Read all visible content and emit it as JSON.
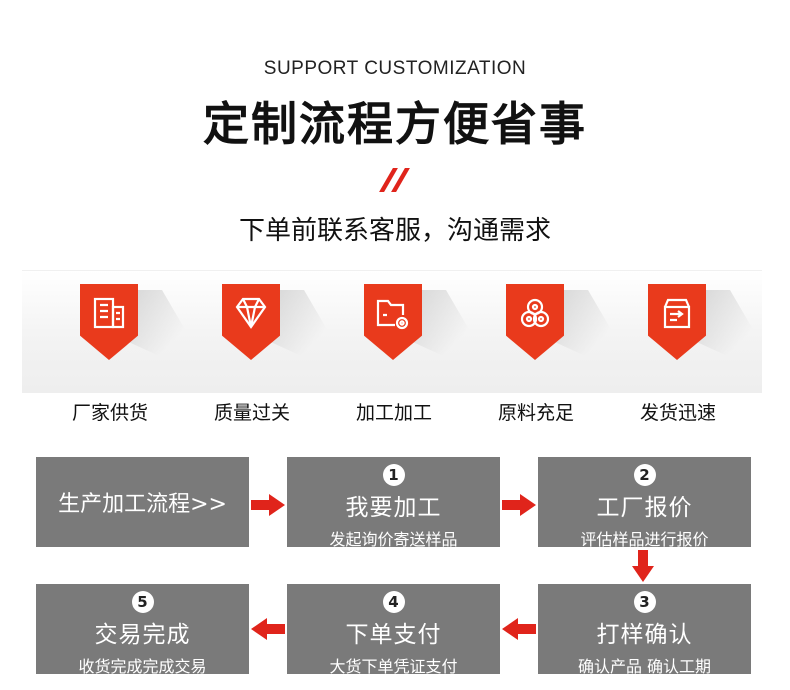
{
  "header": {
    "subtitle_en": "SUPPORT CUSTOMIZATION",
    "title": "定制流程方便省事",
    "tagline": "下单前联系客服，沟通需求",
    "accent_color": "#e0241b"
  },
  "features": [
    {
      "label": "厂家供货",
      "icon": "factory-building-icon"
    },
    {
      "label": "质量过关",
      "icon": "diamond-icon"
    },
    {
      "label": "加工加工",
      "icon": "folder-gear-icon"
    },
    {
      "label": "原料充足",
      "icon": "pipes-bundle-icon"
    },
    {
      "label": "发货迅速",
      "icon": "delivery-box-icon"
    }
  ],
  "process": {
    "start_label": "生产加工流程>>",
    "steps": [
      {
        "num": "1",
        "title": "我要加工",
        "sub": "发起询价寄送样品"
      },
      {
        "num": "2",
        "title": "工厂报价",
        "sub": "评估样品进行报价"
      },
      {
        "num": "3",
        "title": "打样确认",
        "sub": "确认产品 确认工期"
      },
      {
        "num": "4",
        "title": "下单支付",
        "sub": "大货下单凭证支付"
      },
      {
        "num": "5",
        "title": "交易完成",
        "sub": "收货完成完成交易"
      }
    ],
    "box_color": "#7a7a7a",
    "arrow_color": "#e0241b"
  }
}
